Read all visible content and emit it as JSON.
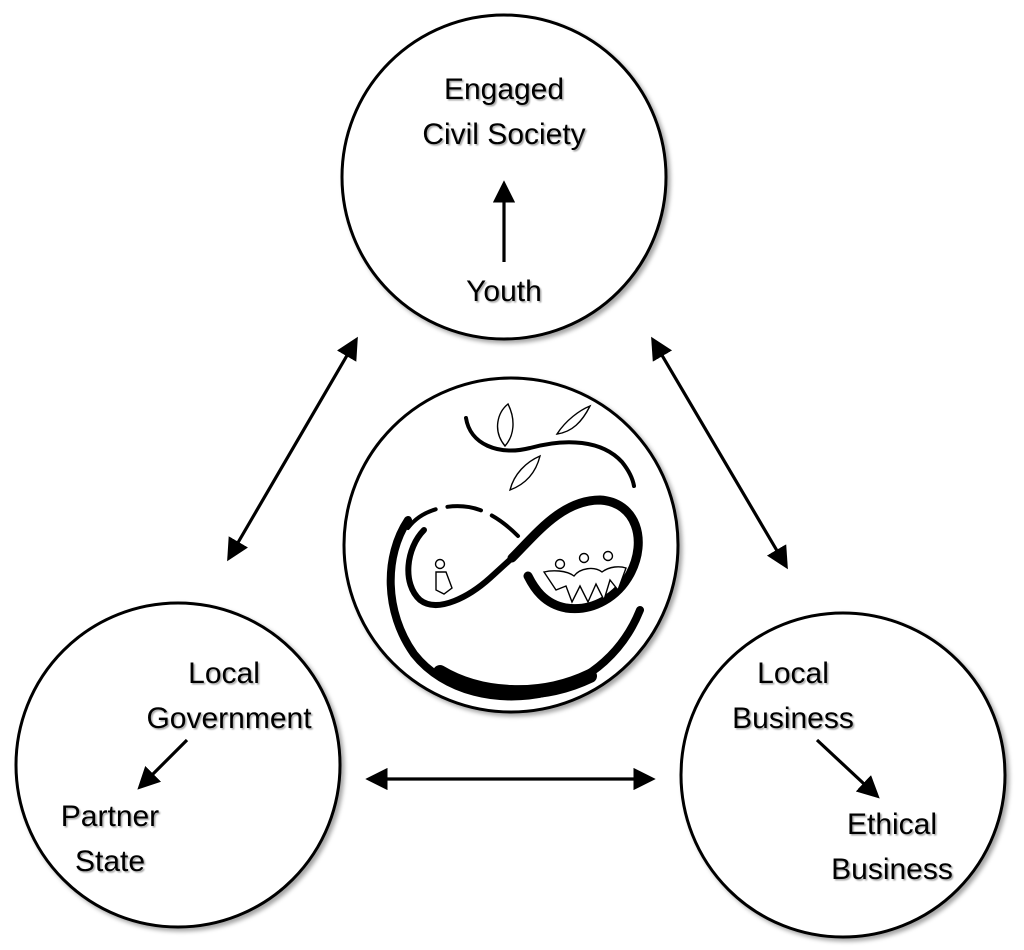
{
  "colors": {
    "stroke": "#000000",
    "background": "#ffffff"
  },
  "nodes": {
    "top": {
      "title_line1": "Engaged",
      "title_line2": "Civil Society",
      "sub": "Youth"
    },
    "left": {
      "title_line1": "Local",
      "title_line2": "Government",
      "sub_line1": "Partner",
      "sub_line2": "State"
    },
    "right": {
      "title_line1": "Local",
      "title_line2": "Business",
      "sub_line1": "Ethical",
      "sub_line2": "Business"
    }
  },
  "center_logo": {
    "icon": "infinity-vine-people-logo"
  }
}
